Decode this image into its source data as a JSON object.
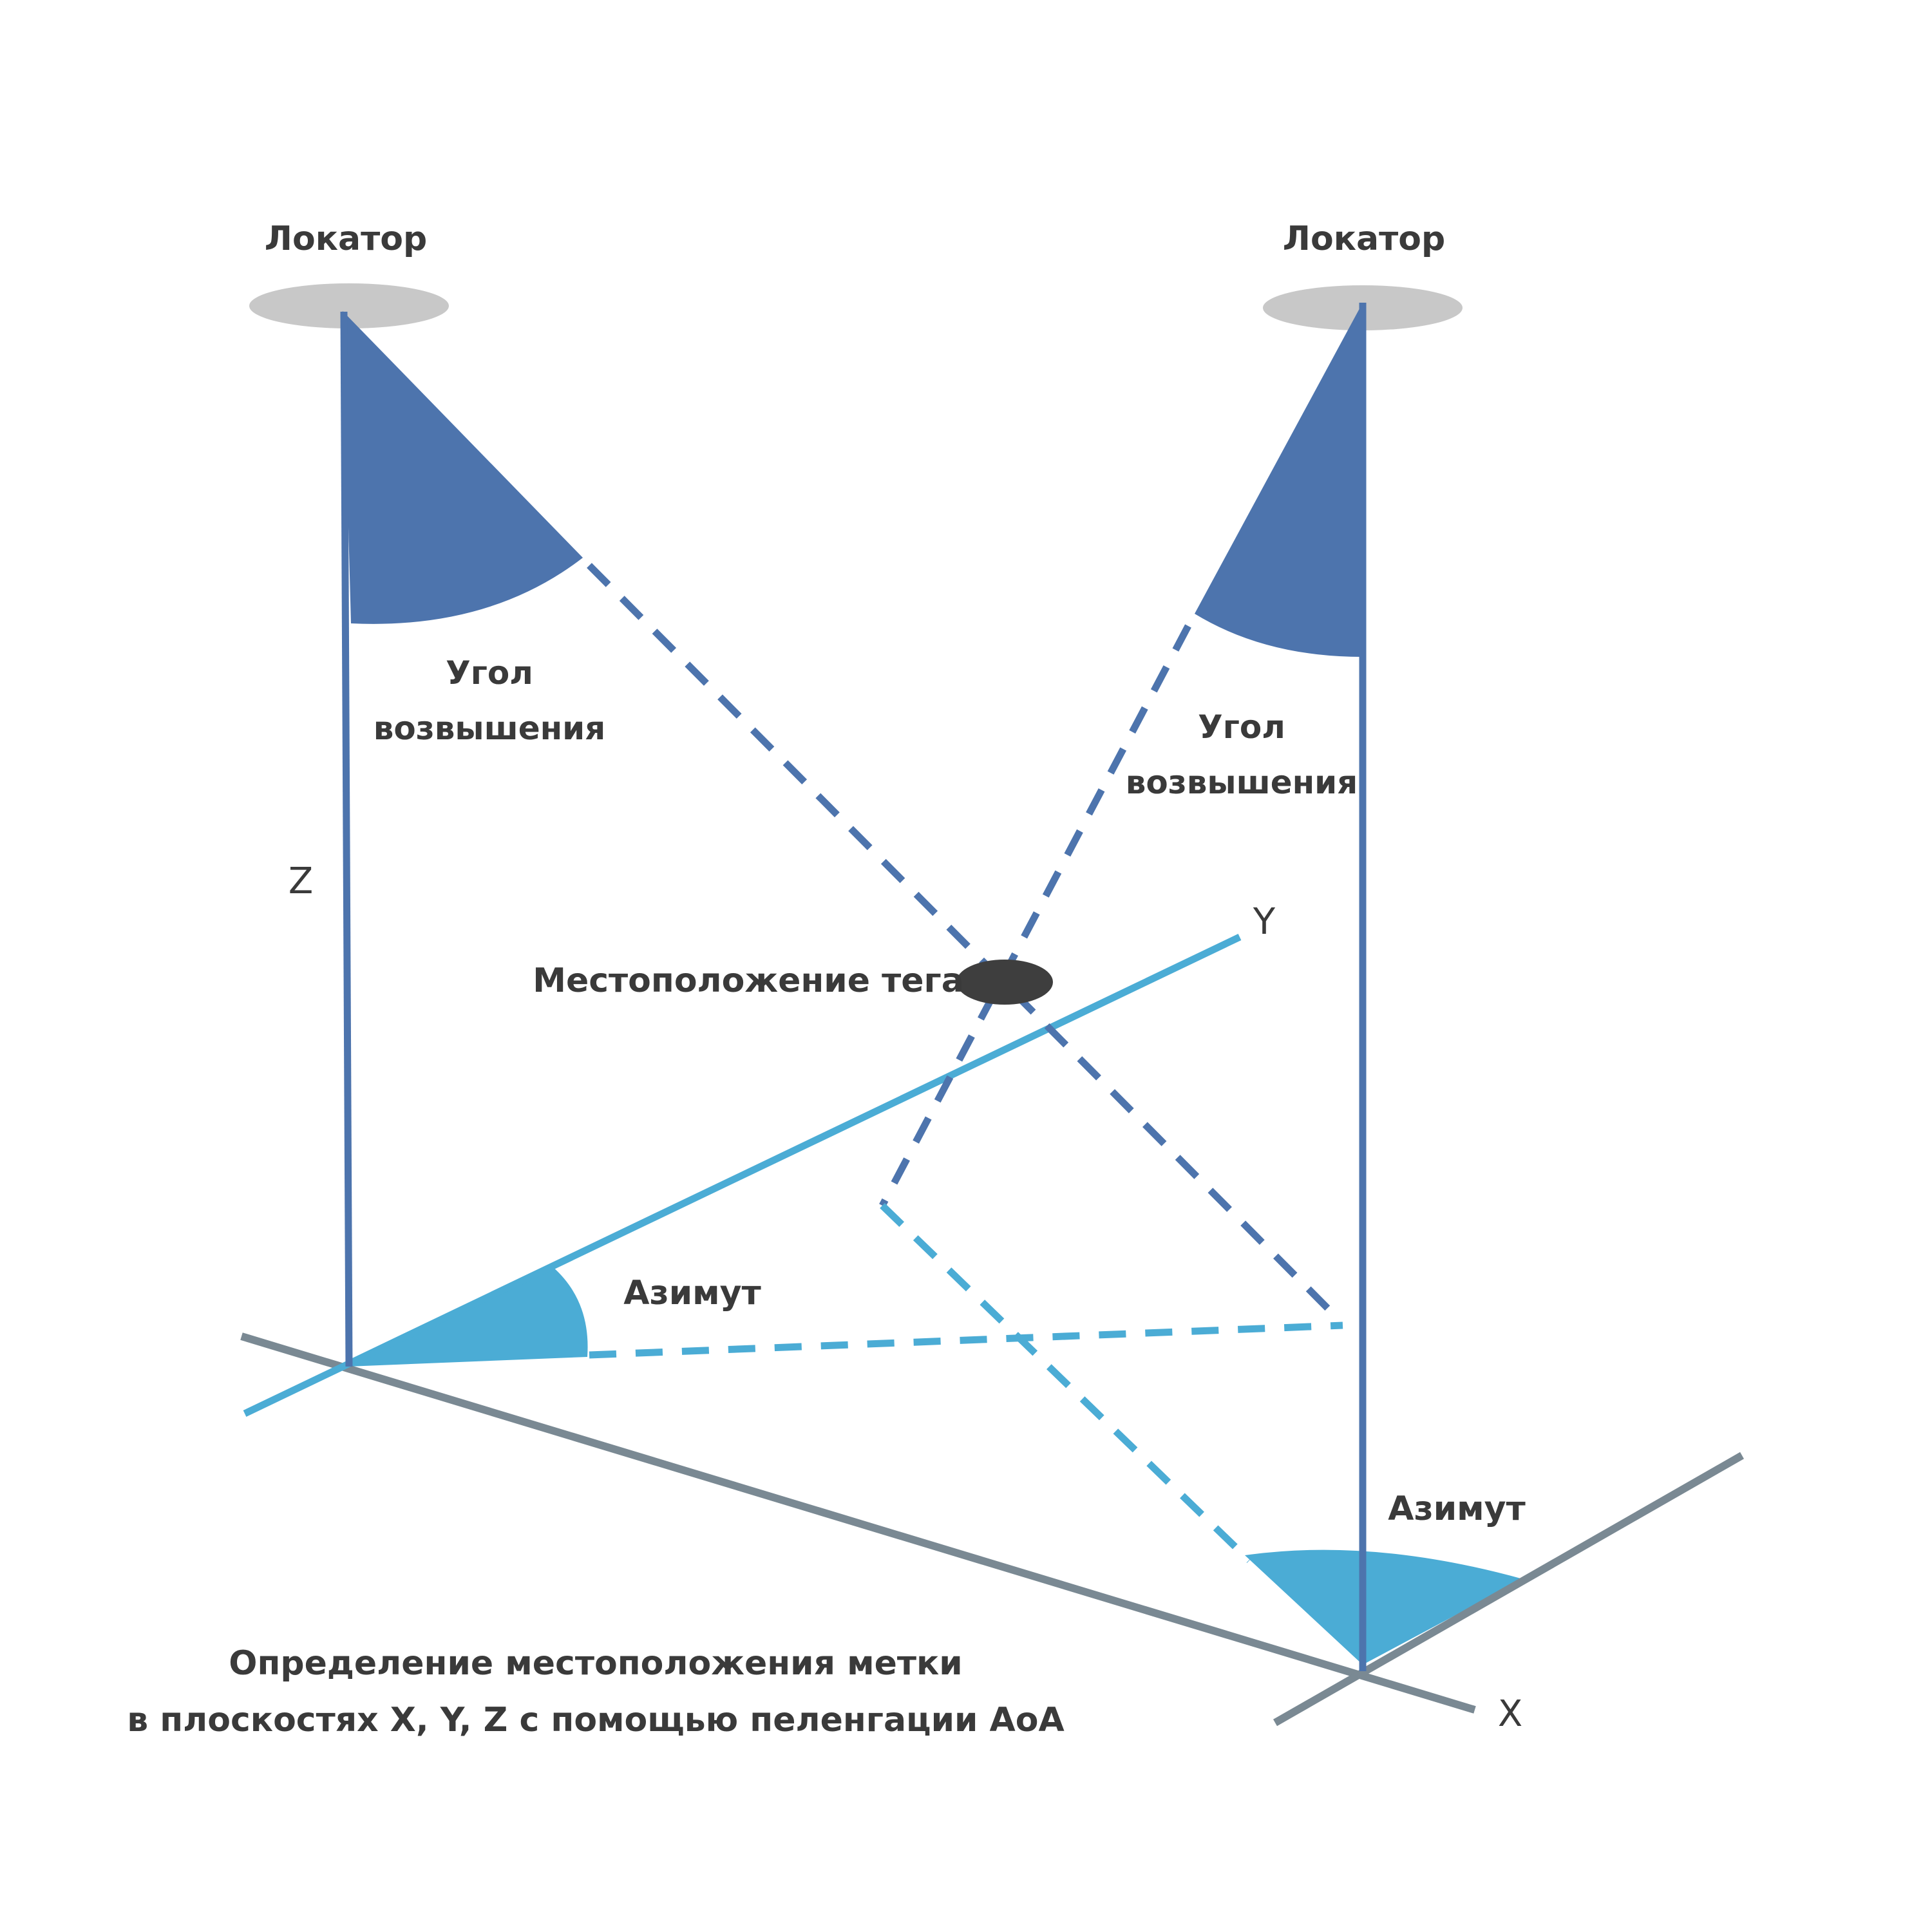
{
  "locator_left": "Локатор",
  "locator_right": "Локатор",
  "elevation_left": [
    "Угол",
    "возвышения"
  ],
  "elevation_right": [
    "Угол",
    "возвышения"
  ],
  "azimuth_left": "Азимут",
  "azimuth_right": "Азимут",
  "tag_location": "Местоположение тега",
  "axis_x": "X",
  "axis_y": "Y",
  "axis_z": "Z",
  "caption": [
    "Определение местоположения метки",
    "в плоскостях X, Y, Z с помощью пеленгации AoA"
  ],
  "colors": {
    "dark_blue": "#4d74ad",
    "light_blue": "#4bacd5",
    "gray_axis": "#7a8993",
    "locator_gray": "#c8c8c8",
    "tag": "#3e3e3e",
    "text": "#3a3a3a"
  }
}
